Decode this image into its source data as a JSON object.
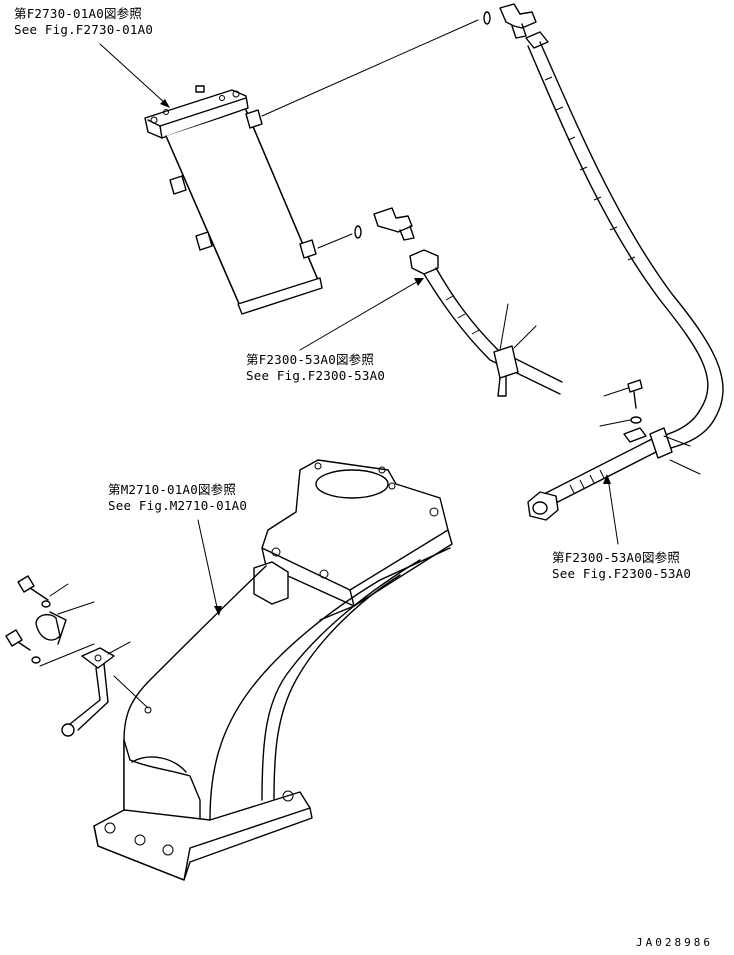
{
  "references": [
    {
      "line1": "第F2730-01A0図参照",
      "line2": "See Fig.F2730-01A0"
    },
    {
      "line1": "第F2300-53A0図参照",
      "line2": "See Fig.F2300-53A0"
    },
    {
      "line1": "第M2710-01A0図参照",
      "line2": "See Fig.M2710-01A0"
    },
    {
      "line1": "第F2300-53A0図参照",
      "line2": "See Fig.F2300-53A0"
    }
  ],
  "drawing_code": "JA028986"
}
